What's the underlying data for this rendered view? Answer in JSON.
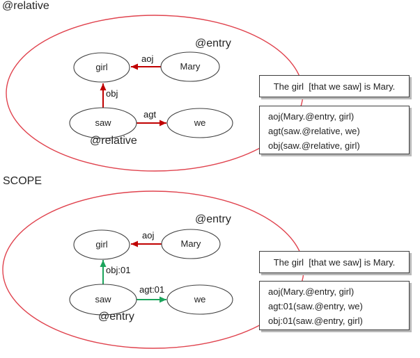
{
  "colors": {
    "scope_outline": "#e0434e",
    "red_arrow": "#c00000",
    "green_arrow": "#1ca45c",
    "node_outline": "#3f3f3f",
    "box_border": "#3c3c3c",
    "box_shadow": "#b9b9b9",
    "text": "#1f1f1f"
  },
  "sections": [
    {
      "label": "@relative",
      "graph": {
        "nodes": [
          {
            "id": "girl",
            "label": "girl"
          },
          {
            "id": "mary",
            "label": "Mary"
          },
          {
            "id": "saw",
            "label": "saw"
          },
          {
            "id": "we",
            "label": "we"
          }
        ],
        "edges": [
          {
            "label": "aoj",
            "color": "red"
          },
          {
            "label": "obj",
            "color": "red"
          },
          {
            "label": "agt",
            "color": "red"
          }
        ],
        "entry_annotation": "@entry",
        "head_annotation": "@relative"
      },
      "sentence": "The girl  [that we saw] is Mary.",
      "relations": [
        "aoj(Mary.@entry, girl)",
        "agt(saw.@relative, we)",
        "obj(saw.@relative, girl)"
      ]
    },
    {
      "label": "SCOPE",
      "graph": {
        "nodes": [
          {
            "id": "girl",
            "label": "girl"
          },
          {
            "id": "mary",
            "label": "Mary"
          },
          {
            "id": "saw",
            "label": "saw"
          },
          {
            "id": "we",
            "label": "we"
          }
        ],
        "edges": [
          {
            "label": "aoj",
            "color": "red"
          },
          {
            "label": "obj:01",
            "color": "green"
          },
          {
            "label": "agt:01",
            "color": "green"
          }
        ],
        "entry_annotation": "@entry",
        "head_annotation": "@entry"
      },
      "sentence": "The girl  [that we saw] is Mary.",
      "relations": [
        "aoj(Mary.@entry, girl)",
        "agt:01(saw.@entry, we)",
        "obj:01(saw.@entry, girl)"
      ]
    }
  ]
}
